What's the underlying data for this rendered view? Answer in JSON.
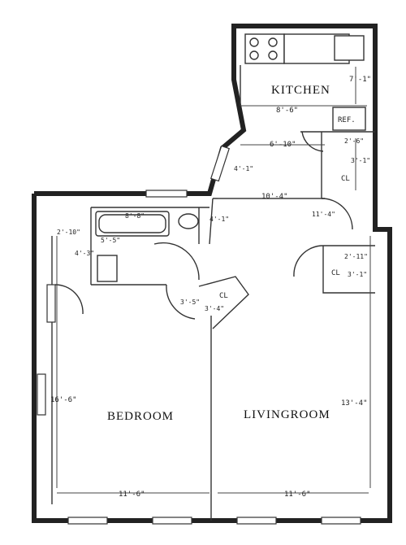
{
  "rooms": {
    "kitchen": "KITCHEN",
    "bedroom": "BEDROOM",
    "livingroom": "LIVINGROOM",
    "ref": "REF.",
    "cl_kitchen": "CL",
    "cl_living": "CL",
    "cl_hall": "CL"
  },
  "dims": {
    "kitchen_height": "7'-1\"",
    "kitchen_width": "8'-6\"",
    "kitchen_closet_w": "2'-6\"",
    "kitchen_closet_h": "3'-1\"",
    "foyer_width": "6'-10\"",
    "wall_diag": "4'-1\"",
    "hall_width": "10'-4\"",
    "hall_height": "11'-4\"",
    "bath_width": "8'-8\"",
    "bath_height": "5'-5\"",
    "bath_left": "2'-10\"",
    "bath_small": "4'-3\"",
    "bath_right": "4'-1\"",
    "liv_closet_w": "2'-11\"",
    "liv_closet_h": "3'-1\"",
    "hall_closet_w": "3'-5\"",
    "hall_closet_h": "3'-4\"",
    "bedroom_height": "16'-6\"",
    "living_height": "13'-4\"",
    "bedroom_width": "11'-6\"",
    "living_width": "11'-6\""
  }
}
